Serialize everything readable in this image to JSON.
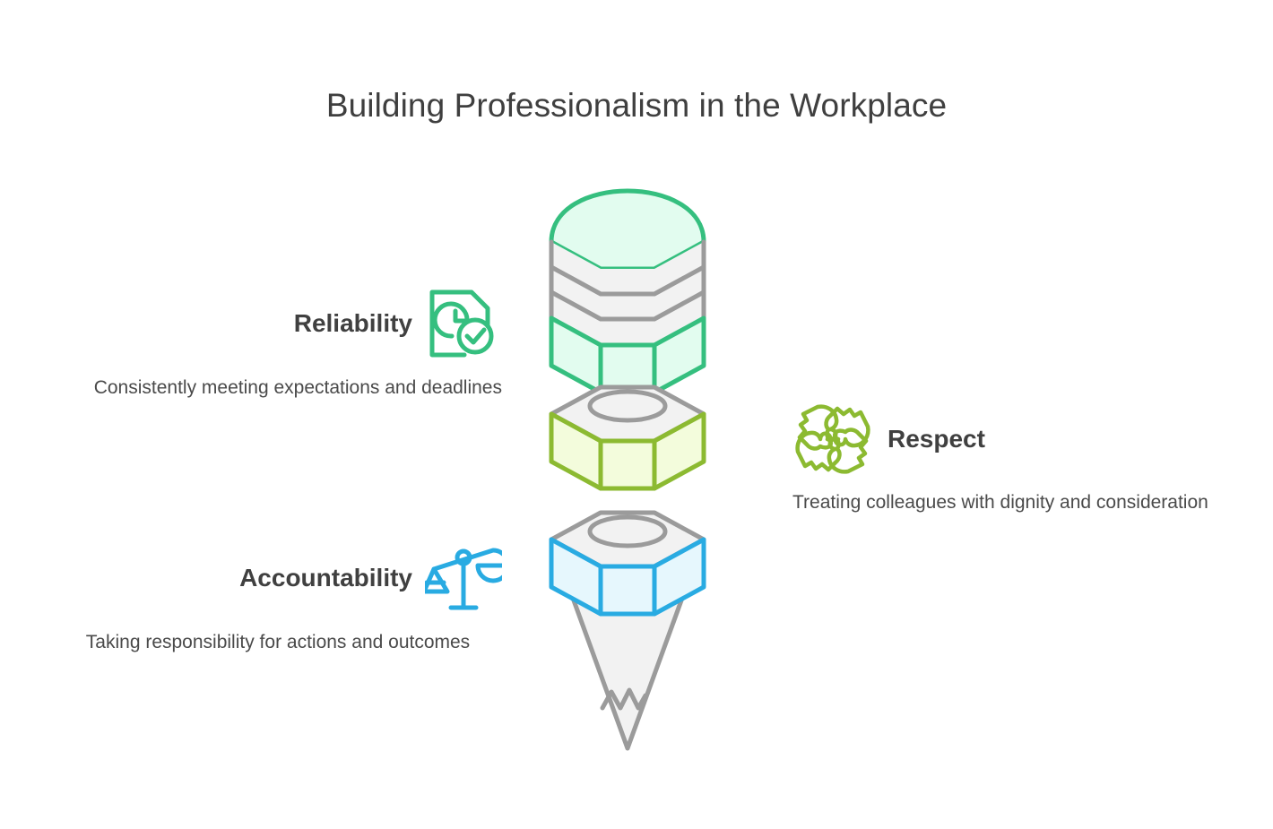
{
  "page": {
    "title": "Building Professionalism in the Workplace",
    "background_color": "#ffffff",
    "title_color": "#3f3f3f",
    "body_text_color": "#4a4a4a"
  },
  "concepts": [
    {
      "id": "reliability",
      "title": "Reliability",
      "description": "Consistently meeting expectations and deadlines",
      "icon": "document-clock-check-icon",
      "color": "#35bf7f",
      "position": "left-upper"
    },
    {
      "id": "accountability",
      "title": "Accountability",
      "description": "Taking responsibility for actions and outcomes",
      "icon": "balance-scale-icon",
      "color": "#29abe2",
      "position": "left-lower"
    },
    {
      "id": "respect",
      "title": "Respect",
      "description": "Treating colleagues with dignity and consideration",
      "icon": "four-hands-teamwork-icon",
      "color": "#8cba31",
      "position": "right-middle"
    }
  ],
  "diagram": {
    "type": "exploded-pencil-3d",
    "name": "pencil-diagram",
    "segments": [
      {
        "id": "eraser-cap",
        "label_ref": "reliability",
        "stroke": "#35bf7f",
        "fill": "#e2fcef",
        "shape": "domed-hexagonal-cap-with-ferrule"
      },
      {
        "id": "middle-barrel",
        "label_ref": "respect",
        "stroke": "#8cba31",
        "fill": "#f3fcdc",
        "shape": "hexagonal-prism-with-core-hole"
      },
      {
        "id": "lower-barrel",
        "label_ref": "accountability",
        "stroke": "#29abe2",
        "fill": "#e6f7fd",
        "shape": "hexagonal-prism-with-core-hole"
      },
      {
        "id": "sharpened-tip",
        "label_ref": null,
        "stroke": "#9b9b9b",
        "fill": "#f2f2f2",
        "shape": "cone-with-zigzag-lead"
      }
    ],
    "neutral_stroke": "#9b9b9b",
    "neutral_fill": "#f2f2f2"
  }
}
